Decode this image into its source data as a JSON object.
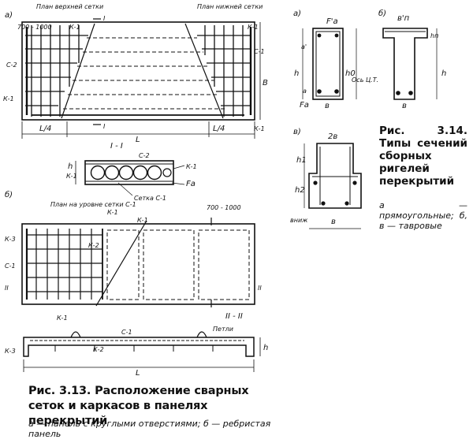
{
  "fig_313": {
    "caption": "Рис. 3.13. Расположение сварных сеток и каркасов в панелях перекрытий",
    "note": "а — панель с круглыми отверстиями; б — ребристая панель",
    "panel_a": {
      "letter": "а)",
      "plan_top_label": "План верхней сетки",
      "plan_bottom_label": "План нижней сетки",
      "dim_700": "700 - 1000",
      "k1": "К-1",
      "c1": "С-1",
      "c2": "С-2",
      "cut_i": "I",
      "dim_b": "В",
      "dim_l4": "L/4",
      "dim_l": "L"
    },
    "section_1_1": {
      "title": "I - I",
      "c2": "С-2",
      "k1": "К-1",
      "h": "h",
      "fa": "Fа",
      "setka": "Сетка С-1"
    },
    "panel_b": {
      "letter": "б)",
      "plan_label": "План на уровне сетки С-1",
      "dim_700": "700 - 1000",
      "k1": "К-1",
      "k2": "К-2",
      "k3": "К-3",
      "c1": "С-1",
      "cut_ii": "II",
      "section_title": "II - II",
      "petli": "Петли",
      "h": "h",
      "dim_l": "L"
    }
  },
  "fig_314": {
    "caption": "Рис. 3.14. Типы сечений сборных ригелей перекрытий",
    "note": "а — прямоугольные; б, в — тавровые",
    "a": {
      "letter": "а)",
      "fa_top": "F'а",
      "a_top": "a'",
      "h": "h",
      "h0": "h0",
      "a": "a",
      "fa": "Fа",
      "b": "в",
      "axis": "Ось Ц.Т."
    },
    "b": {
      "letter": "б)",
      "bf": "в'п",
      "hf": "hп",
      "h": "h",
      "b": "в"
    },
    "c": {
      "letter": "в)",
      "w2b": "2в",
      "h1": "h1",
      "h2": "h2",
      "b": "в",
      "bnn": "вниж"
    }
  }
}
